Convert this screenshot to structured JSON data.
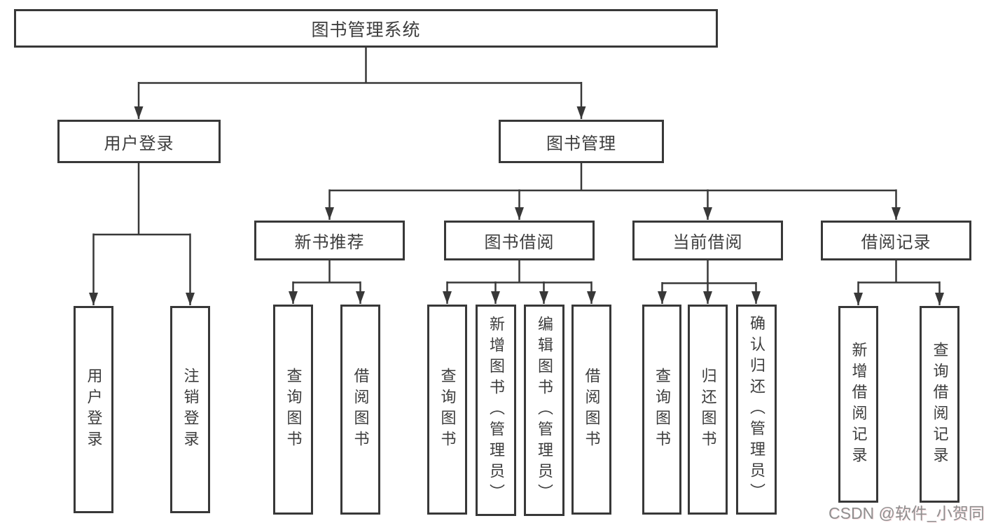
{
  "diagram": {
    "nodes": {
      "root": "图书管理系统",
      "user_login": "用户登录",
      "book_mgmt": "图书管理",
      "new_book_rec": "新书推荐",
      "book_borrow": "图书借阅",
      "current_borrow": "当前借阅",
      "borrow_records": "借阅记录",
      "user_login_action": "用户登录",
      "logout": "注销登录",
      "rec_query_books": "查询图书",
      "rec_borrow_books": "借阅图书",
      "bb_query_books": "查询图书",
      "bb_add_books_admin": "新增图书（管理员）",
      "bb_edit_books_admin": "编辑图书（管理员）",
      "bb_borrow_books": "借阅图书",
      "cb_query_books": "查询图书",
      "cb_return_books": "归还图书",
      "cb_confirm_return_admin": "确认归还（管理员）",
      "br_add_record": "新增借阅记录",
      "br_query_record": "查询借阅记录"
    },
    "colors": {
      "line": "#383838",
      "text": "#3d3d3d",
      "background": "#ffffff",
      "watermark_text": "#8f8f8f"
    }
  },
  "watermark": "CSDN @软件_小贺同学"
}
